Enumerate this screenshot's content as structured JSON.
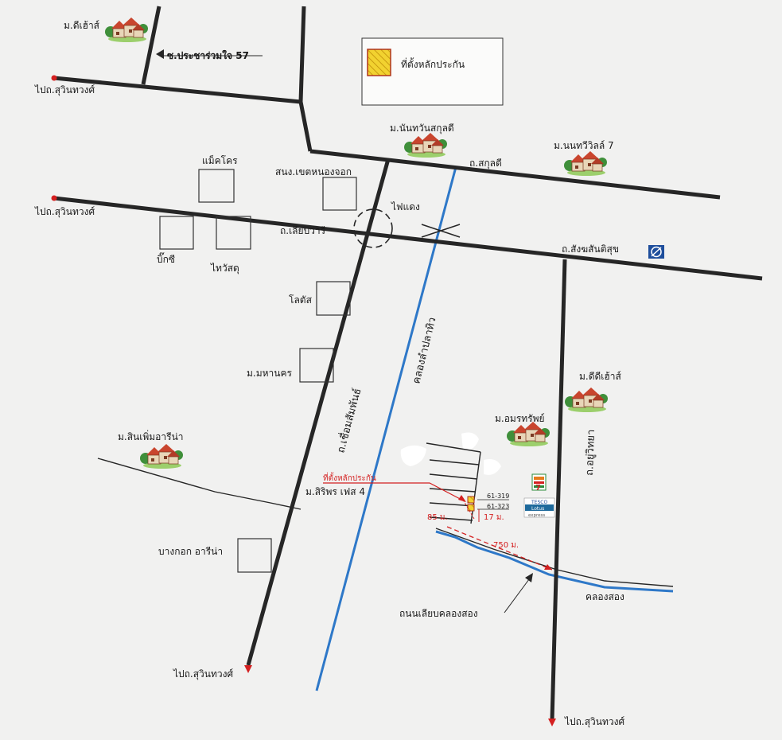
{
  "legend": {
    "label": "ที่ตั้งหลักประกัน"
  },
  "colors": {
    "road": "#262626",
    "canal": "#2e78c8",
    "accent_red": "#d42020",
    "legend_fill": "#f2d230",
    "house_roof": "#c9452e",
    "tree_green": "#3f8f3a"
  },
  "roads": {
    "soi_pracharuamjai": "ซ.ประชาร่วมใจ 57",
    "sakunti": "ถ.สกุลดี",
    "liab_wari": "ถ.เลียบวารี",
    "sangkhom": "ถ.สังฆสันติสุข",
    "chueam": "ถ.เชื่อมสัมพันธ์",
    "anu_wit": "ถ.อยู่วิทยา",
    "liab_khlong_song": "ถนนเลียบคลองสอง"
  },
  "directions": {
    "to_suwinthawong_1": "ไปถ.สุวินทวงศ์",
    "to_suwinthawong_2": "ไปถ.สุวินทวงศ์",
    "to_suwinthawong_3": "ไปถ.สุวินทวงศ์",
    "to_suwinthawong_4": "ไปถ.สุวินทวงศ์"
  },
  "villages": {
    "dee_house": "ม.ดีเฮ้าส์",
    "nanthawan": "ม.นันทวันสกุลดี",
    "nonthawilla": "ม.นนทวีวิลล์ 7",
    "dd_house": "ม.ดีดีเฮ้าส์",
    "amorn": "ม.อมรทรัพย์",
    "sinpermariya": "ม.สินเพิ่มอารีน่า",
    "siriporn": "ม.สิริพร เฟส 4",
    "mahanakhon": "ม.มหานคร"
  },
  "places": {
    "makro": "แม็คโคร",
    "district_office": "สนง.เขตหนองจอก",
    "big_c": "บิ๊กซี",
    "thai_watsadu": "ไทวัสดุ",
    "lotus": "โลตัส",
    "bangkok_arena": "บางกอก อารีน่า",
    "traffic_light": "ไฟแดง"
  },
  "water": {
    "khlong_lam_pla_thio": "คลองลำปลาทิว",
    "khlong_song": "คลองสอง"
  },
  "collateral": {
    "label": "ที่ตั้งหลักประกัน",
    "dist_85": "85 ม.",
    "dist_17": "17 ม.",
    "dist_750": "750 ม.",
    "plot_1": "61-319",
    "plot_2": "61-323"
  },
  "store": {
    "top": "TESCO",
    "mid": "Lotus",
    "bottom": "express"
  }
}
